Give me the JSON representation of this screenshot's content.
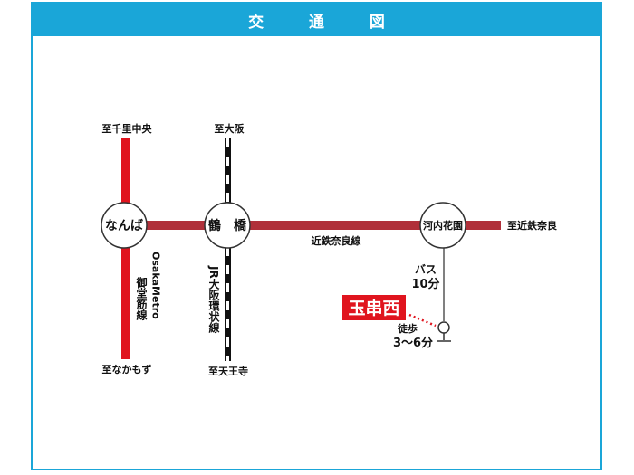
{
  "header": {
    "title": "交 通 図"
  },
  "colors": {
    "frame": "#1aa6d8",
    "line": "#c8202b",
    "kintetsu": "#b0303a",
    "jr": "#111111",
    "destination": "#e0141e",
    "walk": "#e0141e"
  },
  "labels": {
    "to_senri_chuo": "至千里中央",
    "to_osaka": "至大阪",
    "to_nakamozu": "至なかもず",
    "to_tennoji": "至天王寺",
    "to_kintetsu_nara": "至近鉄奈良",
    "kintetsu_nara_line": "近鉄奈良線",
    "osaka_metro_vertical": "OsakaMetro",
    "midosuji_line": "御堂筋線",
    "jr_loop_line": "JR大阪環状線",
    "bus": "バス",
    "bus_time": "10分",
    "walk": "徒歩",
    "walk_time": "3〜6分",
    "destination": "玉串西"
  },
  "stations": {
    "namba": "なんば",
    "tsuruhashi": "鶴　橋",
    "kawachi_hanazono": "河内花園"
  }
}
